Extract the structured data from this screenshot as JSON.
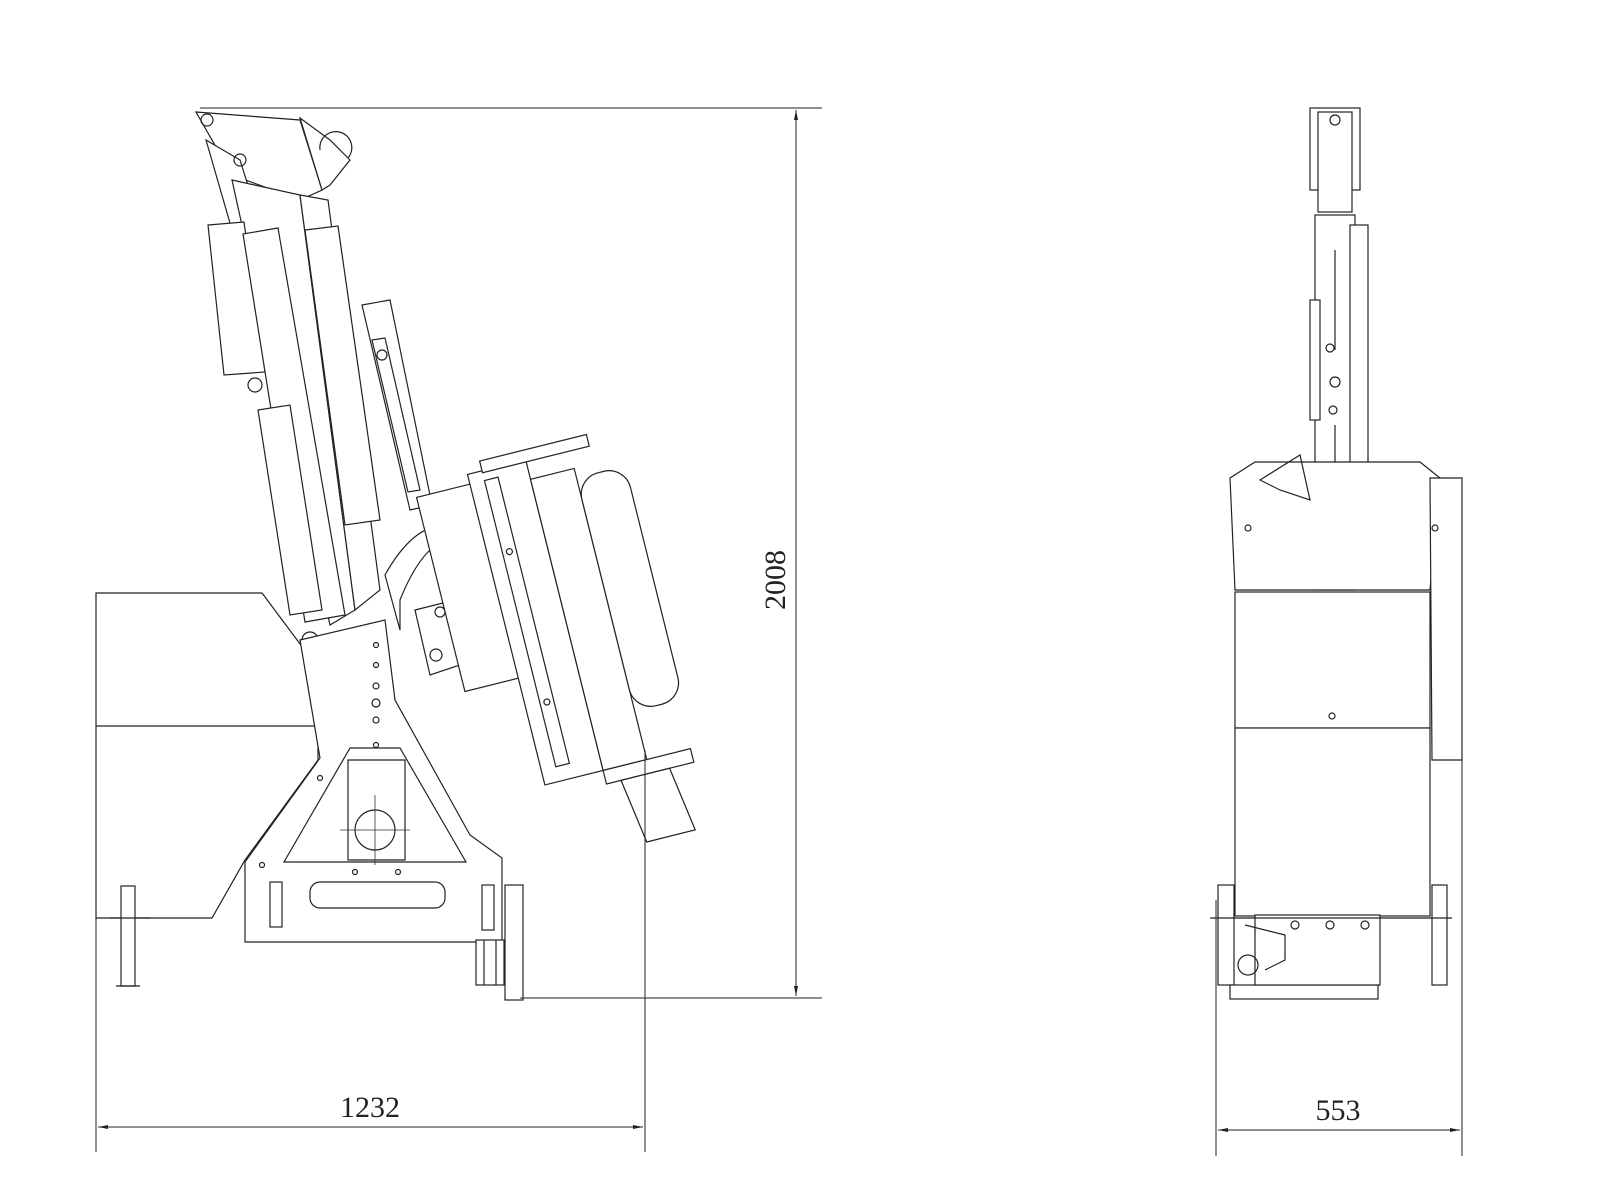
{
  "drawing": {
    "side_view": {
      "height_dimension": "2008",
      "width_dimension": "1232"
    },
    "front_view": {
      "width_dimension": "553"
    },
    "colors": {
      "line": "#222222",
      "background": "#ffffff"
    }
  }
}
